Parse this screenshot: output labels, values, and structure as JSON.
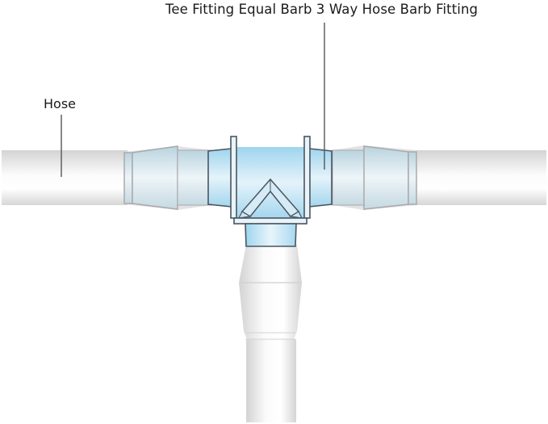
{
  "diagram": {
    "title": "Tee Fitting Equal Barb 3 Way Hose Barb Fitting",
    "labels": {
      "fitting": "Tee Fitting Equal Barb 3 Way Hose Barb Fitting",
      "hose": "Hose"
    },
    "components": [
      "hose-left",
      "hose-right",
      "hose-bottom",
      "barb-left",
      "barb-right",
      "barb-bottom",
      "tee-body"
    ],
    "colors": {
      "hose": "#e6e6e6",
      "hose_outline": "#c8c8c8",
      "fitting_blue": "#a9d8ef",
      "fitting_outline": "#4a5560",
      "leader_line": "#555555",
      "text": "#1a1a1a"
    }
  }
}
